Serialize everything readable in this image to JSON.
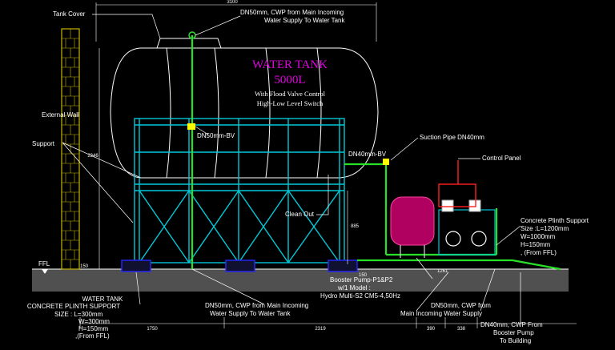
{
  "title": {
    "line1": "WATER TANK",
    "line2": "5000L"
  },
  "subtitle": {
    "line1": "With Flood Valve Control",
    "line2": "High-Low Level Switch"
  },
  "labels": {
    "tank_cover": "Tank Cover",
    "incoming_line1": "DN50mm, CWP from Main Incoming",
    "incoming_line2": "Water Supply To Water Tank",
    "external_wall": "External Wall",
    "support": "Support",
    "dn50_bv": "DN50mm-BV",
    "suction_pipe": "Suction Pipe DN40mm",
    "dn40_bv": "DN40mm-BV",
    "control_panel": "Control Panel",
    "clean_out": "Clean Out",
    "plinth_right_1": "Concrete Plinth Support",
    "plinth_right_2": "Size :L=1200mm",
    "plinth_right_3": "W=1000mm",
    "plinth_right_4": "H=150mm",
    "plinth_right_5": ", (From FFL)",
    "ffl": "FFL",
    "plinth_left_1": "WATER TANK",
    "plinth_left_2": "CONCRETE PLINTH SUPPORT",
    "plinth_left_3": "SIZE : L=300mm",
    "plinth_left_4": "W=300mm",
    "plinth_left_5": "H=150mm",
    "plinth_left_6": ",(From FFL)",
    "bottom_inlet_1": "DN50mm, CWP from Main Incoming",
    "bottom_inlet_2": "Water Supply To Water Tank",
    "booster_1": "Booster Pump-P1&P2",
    "booster_2": "w/1 Model :",
    "booster_3": "Hydro Multi-S2 CM5-4,50Hz",
    "main_incoming_1": "DN50mm, CWP from",
    "main_incoming_2": "Main Incoming Water Supply",
    "to_building_1": "DN40mm, CWP From",
    "to_building_2": "Booster Pump",
    "to_building_3": "To Building"
  },
  "dimensions": {
    "top": "3100",
    "tank_height": "2346",
    "frame_height": "885",
    "wall_base": "150",
    "plinth_h": "150",
    "bottom_1": "1750",
    "bottom_2": "2319",
    "bottom_3": "390",
    "bottom_4": "338",
    "pump_w": "1261"
  },
  "colors": {
    "frame": "#00c8d8",
    "pipe": "#28e028",
    "wall": "#c8b400",
    "title": "#e000e0",
    "panel": "#ff2020",
    "plinth_box": "#2828ff"
  }
}
